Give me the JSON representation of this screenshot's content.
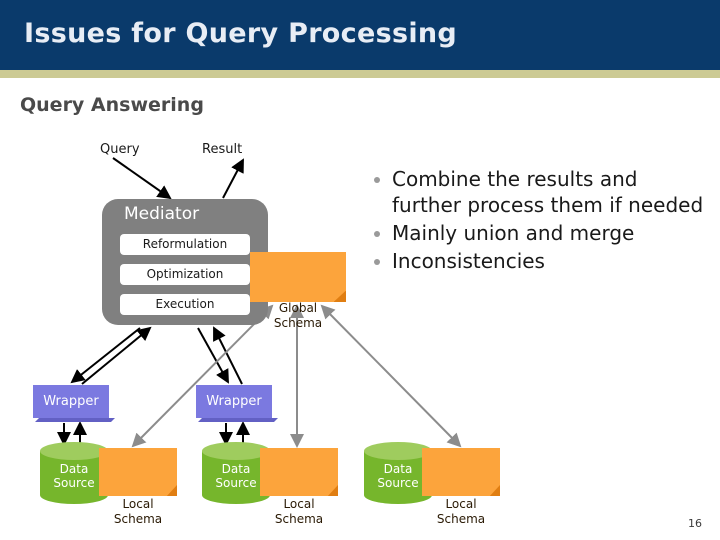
{
  "slide": {
    "title": "Issues for Query Processing",
    "subtitle": "Query Answering",
    "page_number": "16"
  },
  "colors": {
    "title_bar": "#0a3a6b",
    "title_text": "#e8edf5",
    "accent_rule": "#ccca94",
    "mediator_gray": "#808080",
    "schema_orange": "#fca43c",
    "schema_fold": "#e07e12",
    "wrapper_purple": "#7b79e0",
    "datasource_green": "#76b62c",
    "datasource_green_light": "#9fcc5e",
    "arrow_black": "#000000",
    "arrow_gray": "#8c8c8c",
    "bullet_dot": "#9a9a9a"
  },
  "diagram": {
    "input_label": "Query",
    "output_label": "Result",
    "mediator": {
      "title": "Mediator",
      "steps": [
        "Reformulation",
        "Optimization",
        "Execution"
      ]
    },
    "global_schema": "Global\nSchema",
    "wrappers": [
      "Wrapper",
      "Wrapper"
    ],
    "data_sources": [
      "Data\nSource",
      "Data\nSource",
      "Data\nSource"
    ],
    "local_schemas": [
      "Local\nSchema",
      "Local\nSchema",
      "Local\nSchema"
    ]
  },
  "bullets": [
    "Combine the results and further process them if needed",
    "Mainly union and merge",
    "Inconsistencies"
  ]
}
